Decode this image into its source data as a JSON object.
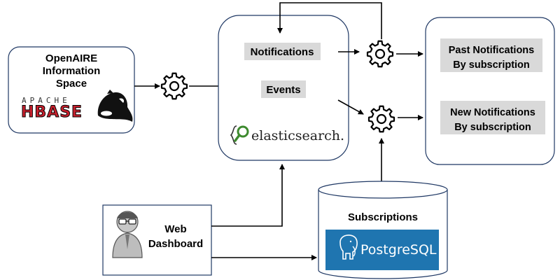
{
  "nodes": {
    "openaire": {
      "line1": "OpenAIRE",
      "line2": "Information",
      "line3": "Space"
    },
    "hbase": {
      "apache": "APACHE",
      "name": "HBASE"
    },
    "broker": {
      "notifications": "Notifications",
      "events": "Events"
    },
    "elasticsearch": {
      "text": "elasticsearch."
    },
    "outputs": {
      "past_line1": "Past Notifications",
      "past_line2": "By subscription",
      "new_line1": "New Notifications",
      "new_line2": "By subscription"
    },
    "dashboard": {
      "line1": "Web",
      "line2": "Dashboard"
    },
    "subscriptions": {
      "label": "Subscriptions"
    },
    "postgres": {
      "text": "PostgreSQL"
    }
  },
  "colors": {
    "box_border": "#1f3864",
    "label_bg": "#d9d9d9",
    "postgres_bg": "#1f75b0",
    "hbase_red": "#c8202d",
    "elastic_green": "#3d8a2e",
    "arrow": "#000000"
  },
  "icons": [
    "gear-icon",
    "orca-icon",
    "user-avatar-icon",
    "magnifier-icon",
    "elephant-icon"
  ]
}
